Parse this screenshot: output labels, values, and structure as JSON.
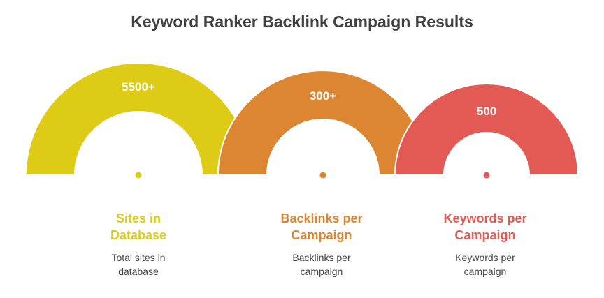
{
  "title": "Keyword Ranker Backlink Campaign Results",
  "colors": {
    "yellow": "#DDCB16",
    "orange": "#DD8631",
    "red": "#E35A55",
    "title": "#404040",
    "desc": "#444444"
  },
  "items": [
    {
      "value": "5500+",
      "label_line1": "Sites in",
      "label_line2": "Database",
      "desc_line1": "Total sites in",
      "desc_line2": "database"
    },
    {
      "value": "300+",
      "label_line1": "Backlinks per",
      "label_line2": "Campaign",
      "desc_line1": "Backlinks per",
      "desc_line2": "campaign"
    },
    {
      "value": "500",
      "label_line1": "Keywords per",
      "label_line2": "Campaign",
      "desc_line1": "Keywords per",
      "desc_line2": "campaign"
    }
  ]
}
